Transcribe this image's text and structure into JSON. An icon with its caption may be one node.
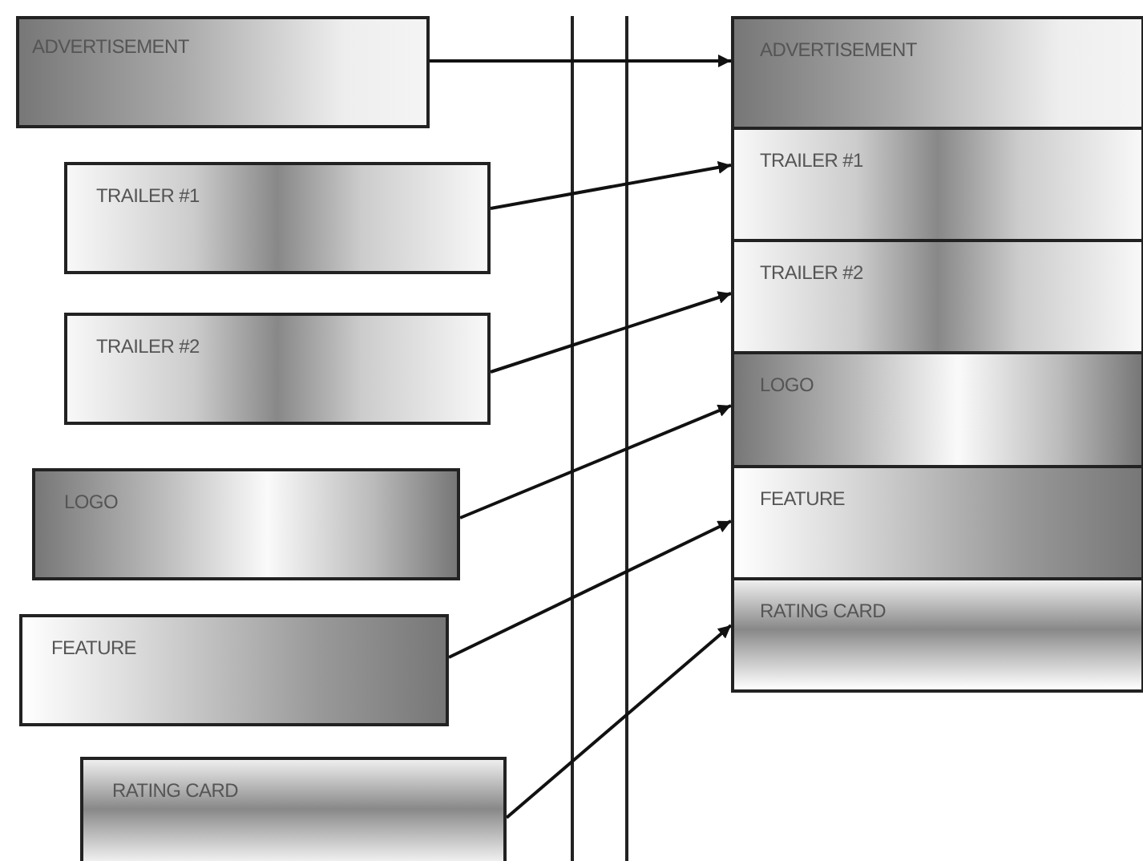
{
  "diagram": {
    "nodes": [
      {
        "text": [
          "ADVERTISEMENT"
        ]
      },
      {
        "text": [
          "TRAILER #1"
        ]
      },
      {
        "text": [
          "TRAILER #2"
        ]
      },
      {
        "text": [
          "LOGO"
        ]
      },
      {
        "text": [
          "FEATURE"
        ]
      },
      {
        "text": [
          "RATING CARD"
        ]
      },
      {
        "text": [
          "ADVERTISEMENT"
        ]
      },
      {
        "text": [
          "TRAILER #1"
        ]
      },
      {
        "text": [
          "TRAILER #2"
        ]
      },
      {
        "text": [
          "LOGO"
        ]
      },
      {
        "text": [
          "FEATURE"
        ]
      },
      {
        "text": [
          "RATING CARD"
        ]
      }
    ],
    "edges": [
      {
        "from": 0,
        "to": 6,
        "arrow": "to"
      },
      {
        "from": 1,
        "to": 7,
        "arrow": "to"
      },
      {
        "from": 2,
        "to": 8,
        "arrow": "to"
      },
      {
        "from": 3,
        "to": 9,
        "arrow": "to"
      },
      {
        "from": 4,
        "to": 10,
        "arrow": "to"
      },
      {
        "from": 5,
        "to": 11,
        "arrow": "to"
      }
    ]
  }
}
